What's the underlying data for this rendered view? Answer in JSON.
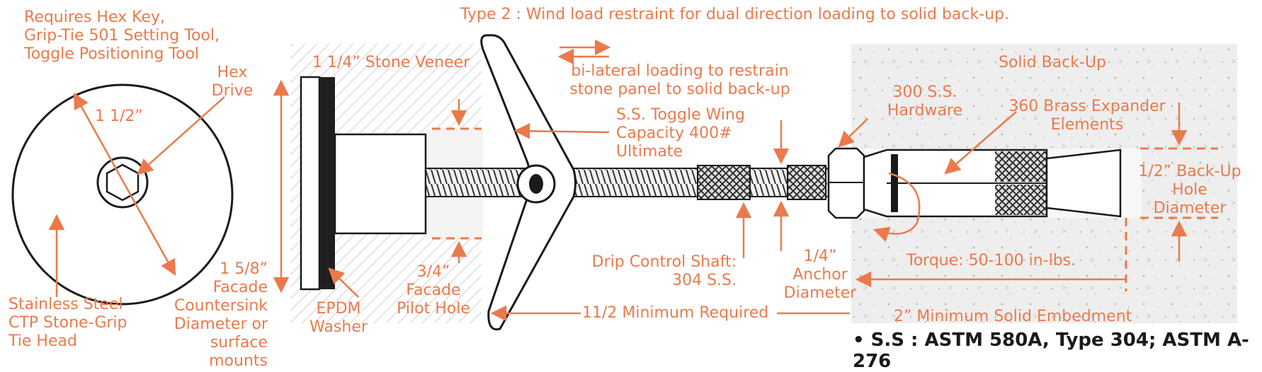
{
  "colors": {
    "accent": "#ea7a4c",
    "line": "#1a1a1a",
    "veneer_fill": "#ececec",
    "backup_fill": "#eeeeee",
    "hole_fill": "#f4f4f4"
  },
  "title": "Type 2 : Wind load restraint for dual direction loading to solid back-up.",
  "head_view": {
    "requires": "Requires Hex Key,\nGrip-Tie 501 Setting Tool,\nToggle Positioning Tool",
    "hex_drive": "Hex\nDrive",
    "diameter": "1 1/2”",
    "tie_head": "Stainless Steel\nCTP Stone-Grip\nTie Head",
    "countersink": "1 5/8”\nFacade\nCountersink\nDiameter or\nsurface mounts"
  },
  "veneer": {
    "title": "1 1/4” Stone Veneer",
    "epdm": "EPDM\nWasher",
    "pilot_hole": "3/4”\nFacade\nPilot Hole"
  },
  "loading": "bi-lateral loading to restrain\nstone panel to solid back-up",
  "toggle_wing": "S.S. Toggle Wing\nCapacity 400#\nUltimate",
  "drip_shaft": "Drip Control Shaft:\n304 S.S.",
  "min_required": "11/2 Minimum Required",
  "backup": {
    "title": "Solid Back-Up",
    "hardware": "300 S.S.\nHardware",
    "expander": "360 Brass Expander\nElements",
    "hole_diameter": "1/2” Back-Up\nHole\nDiameter",
    "anchor_diameter": "1/4”\nAnchor\nDiameter",
    "torque": "Torque: 50-100 in-lbs.",
    "embedment": "2” Minimum Solid Embedment"
  },
  "spec_line": "• S.S : ASTM 580A, Type 304; ASTM A-276"
}
